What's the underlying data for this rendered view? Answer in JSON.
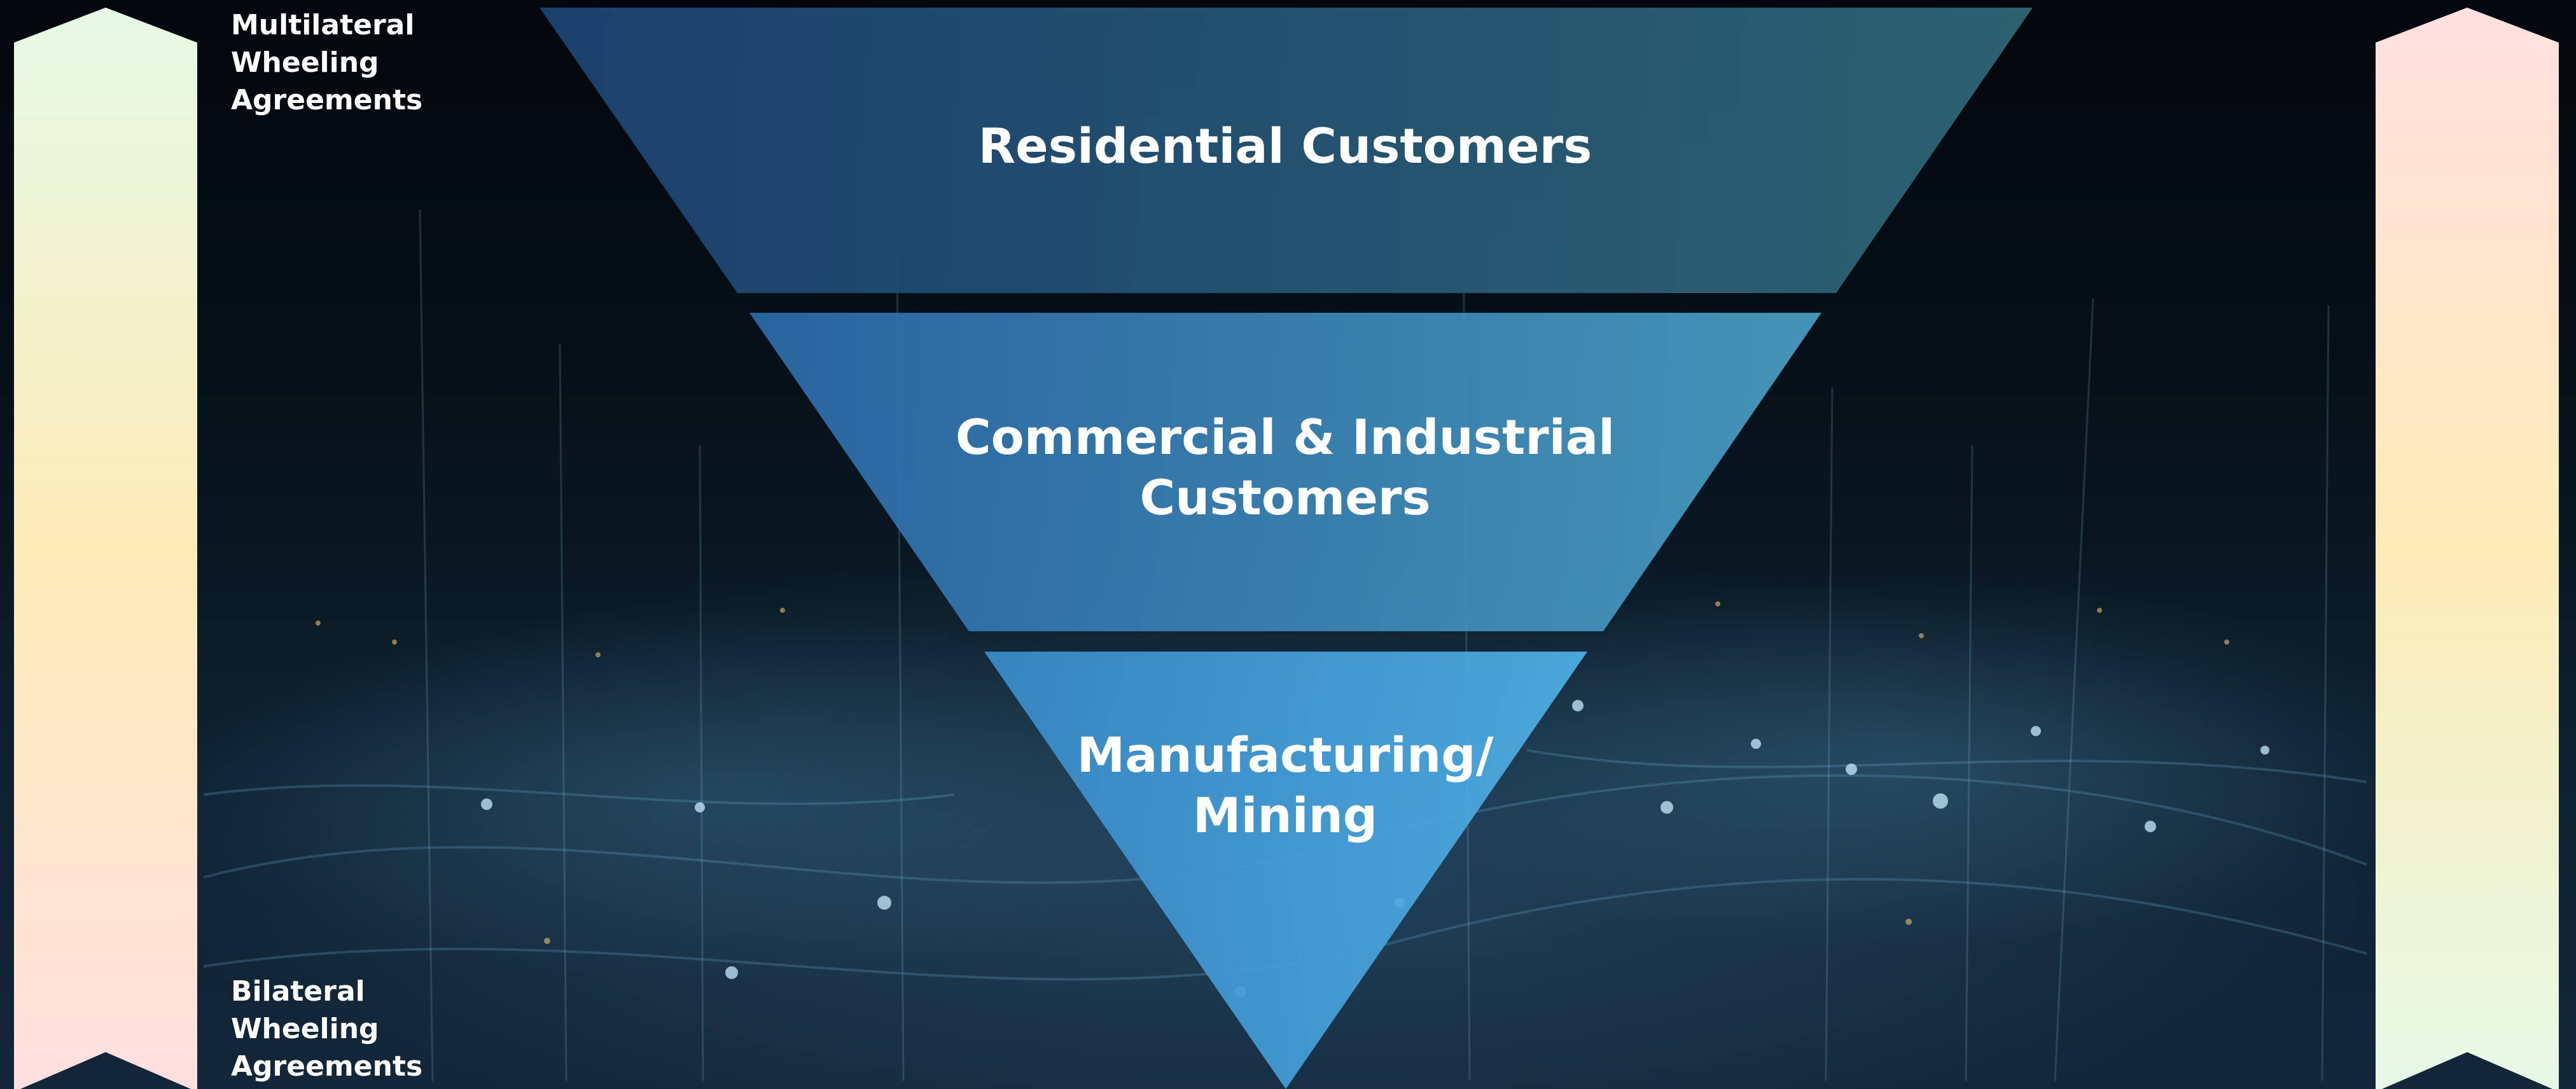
{
  "funnel": {
    "tiers": [
      {
        "lines": [
          "Residential Customers"
        ]
      },
      {
        "lines": [
          "Commercial & Industrial",
          "Customers"
        ]
      },
      {
        "lines": [
          "Manufacturing/",
          "Mining"
        ]
      }
    ]
  },
  "left_arrow": {
    "top_label": [
      "Multilateral",
      "Wheeling",
      "Agreements"
    ],
    "bottom_label": [
      "Bilateral",
      "Wheeling",
      "Agreements"
    ]
  },
  "colors": {
    "background": "#050b13",
    "tier1": "#1f4f80",
    "tier2": "#3a86bd",
    "tier3": "#4aa6dd",
    "arrow_green": "#e6f9e6",
    "arrow_yellow": "#fdebb8",
    "arrow_pink": "#ffe0e0"
  }
}
